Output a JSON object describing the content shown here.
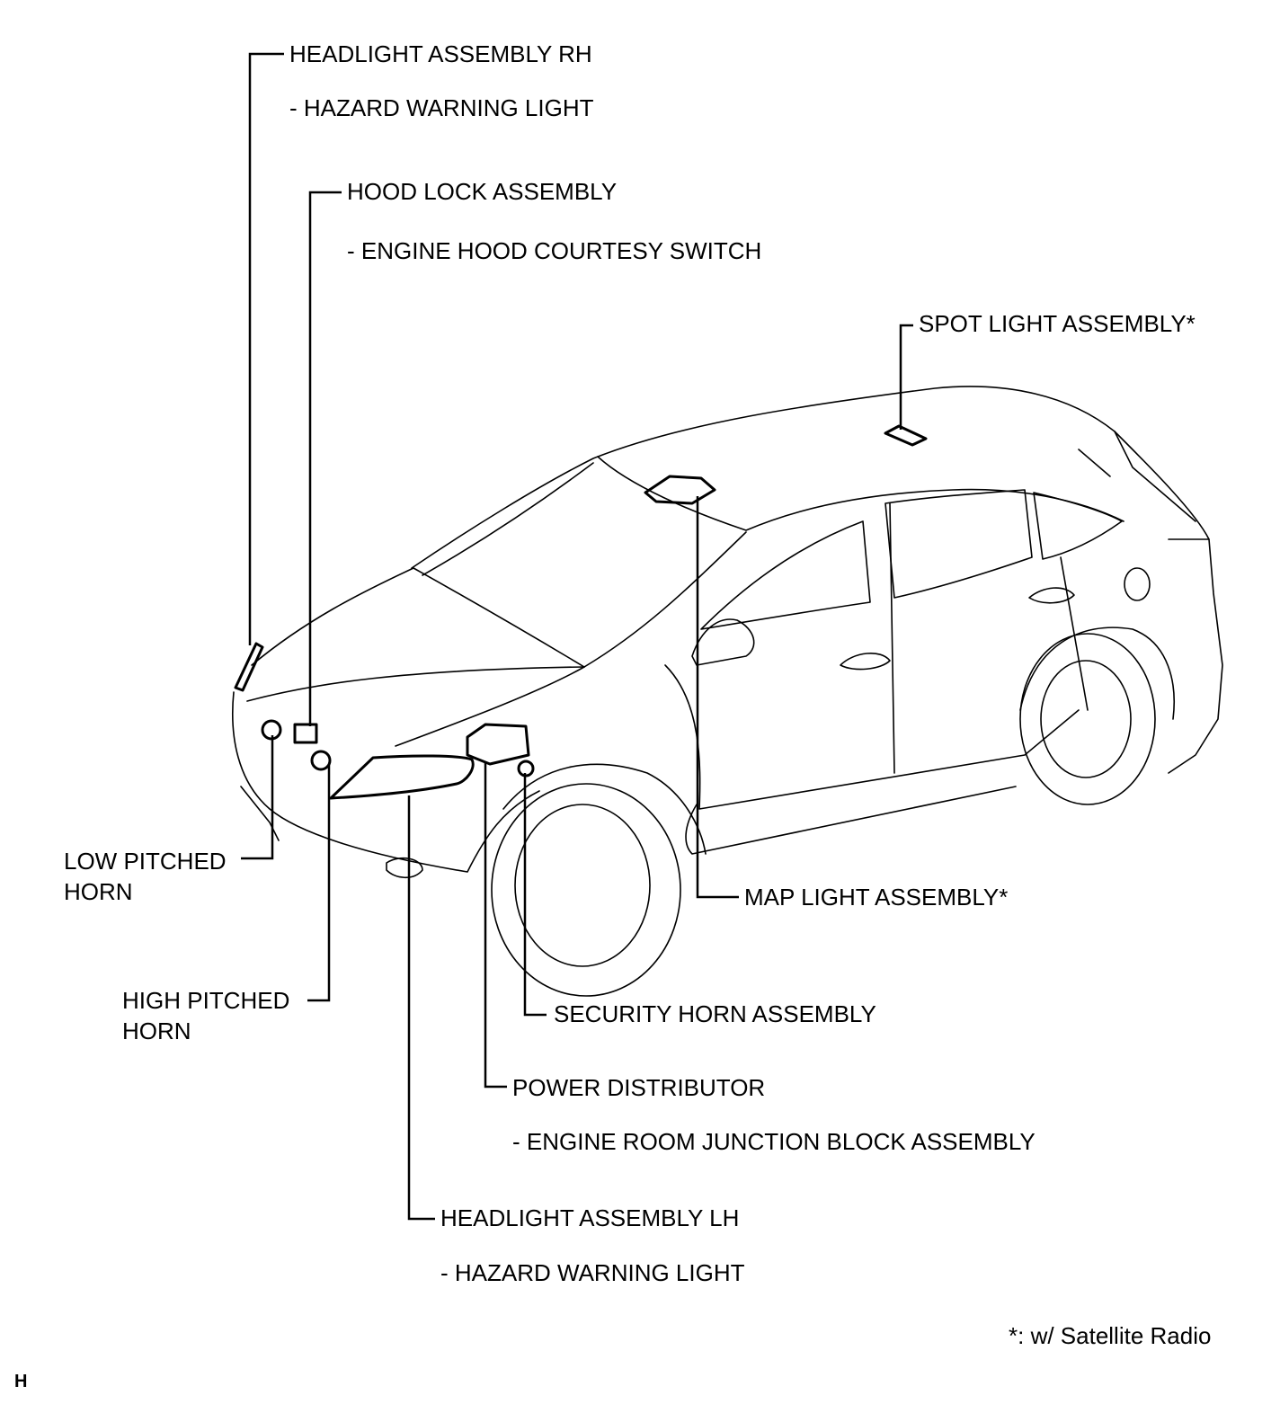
{
  "labels": {
    "headlight_rh": "HEADLIGHT ASSEMBLY RH",
    "headlight_rh_sub": "- HAZARD WARNING LIGHT",
    "hood_lock": "HOOD LOCK ASSEMBLY",
    "hood_lock_sub": "- ENGINE HOOD COURTESY SWITCH",
    "spot_light": "SPOT LIGHT ASSEMBLY*",
    "low_horn_1": "LOW PITCHED",
    "low_horn_2": "HORN",
    "high_horn_1": "HIGH PITCHED",
    "high_horn_2": "HORN",
    "map_light": "MAP LIGHT ASSEMBLY*",
    "security_horn": "SECURITY HORN ASSEMBLY",
    "power_dist": "POWER DISTRIBUTOR",
    "power_dist_sub": "- ENGINE ROOM JUNCTION BLOCK ASSEMBLY",
    "headlight_lh": "HEADLIGHT ASSEMBLY LH",
    "headlight_lh_sub": "- HAZARD WARNING LIGHT"
  },
  "footnote": "*: w/ Satellite Radio",
  "corner_mark": "H"
}
